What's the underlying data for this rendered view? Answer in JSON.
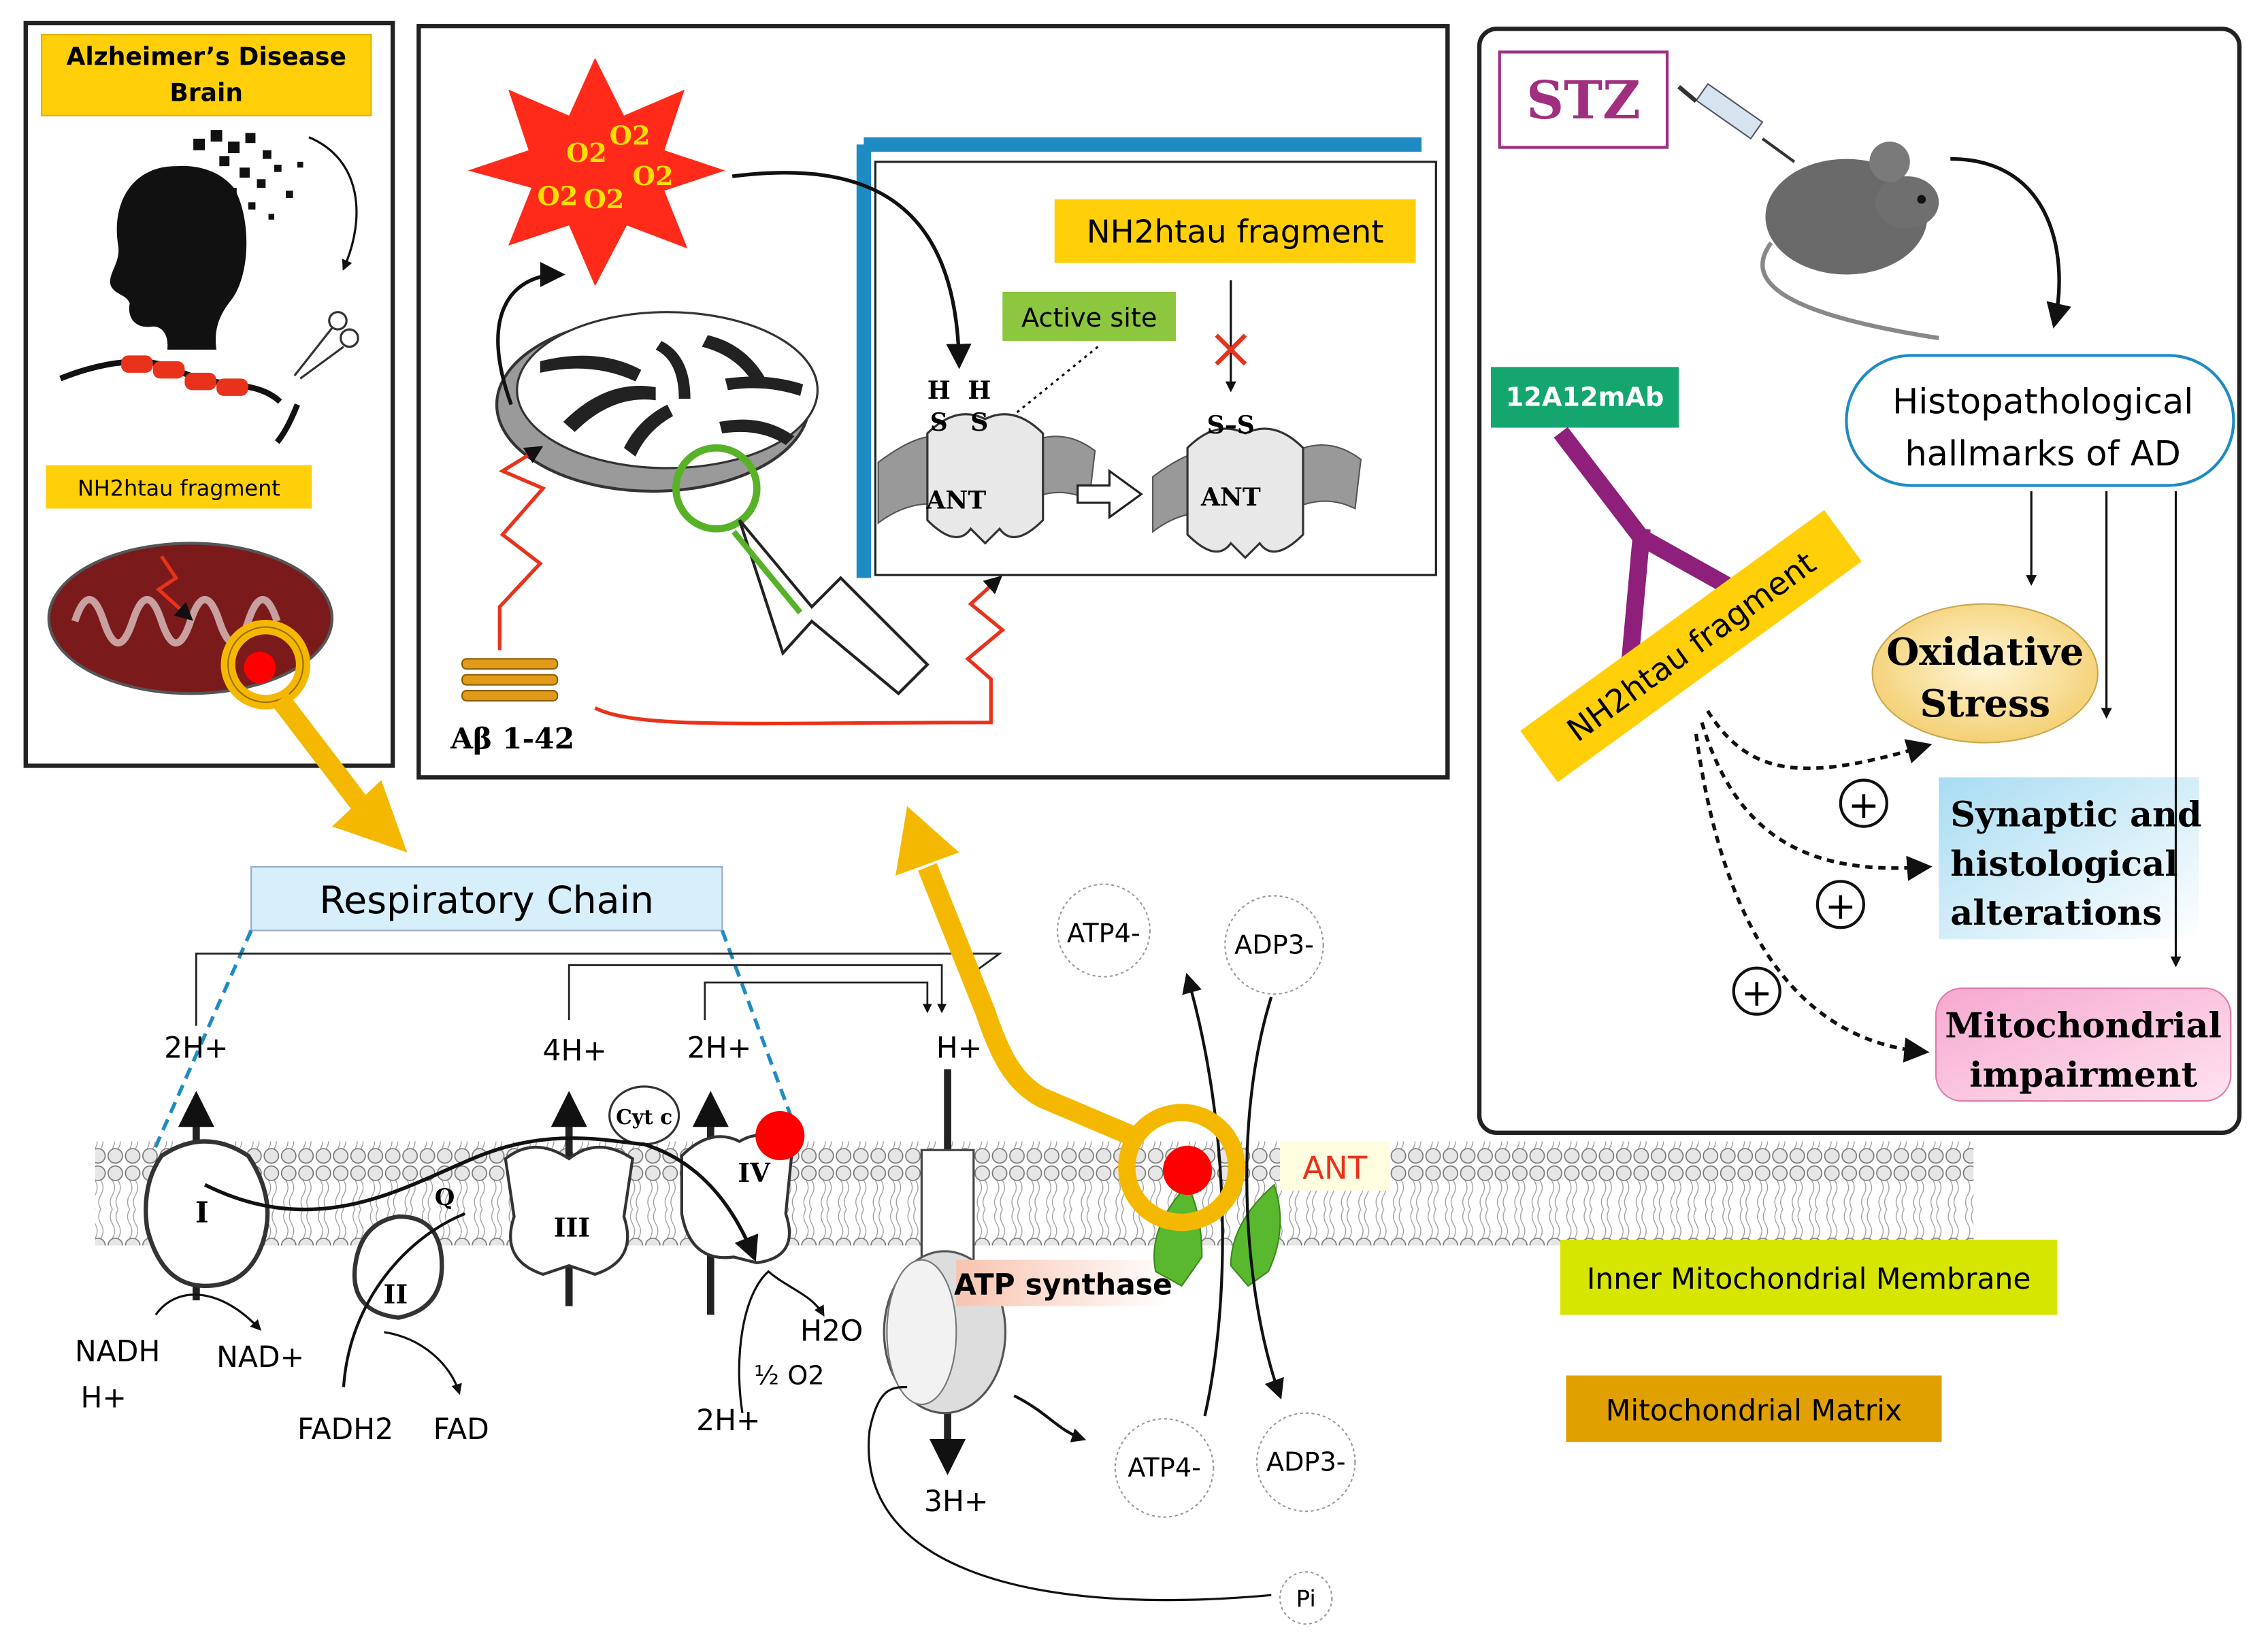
{
  "panel_ad": {
    "title_line1": "Alzheimer’s Disease",
    "title_line2": "Brain",
    "fragment_label": "NH2htau fragment"
  },
  "panel_mech": {
    "fragment_label": "NH2htau fragment",
    "active_site_label": "Active site",
    "ant_label": "ANT",
    "ant_label_2": "ANT",
    "h_left": "H",
    "h_right": "H",
    "s_left": "S",
    "s_right": "S",
    "ss_label": "S–S",
    "abeta_label": "Aβ 1-42",
    "superoxide_label": "O2"
  },
  "panel_stz": {
    "stz_label": "STZ",
    "antibody_label": "12A12mAb",
    "fragment_label": "NH2htau fragment",
    "hallmarks_line1": "Histopathological",
    "hallmarks_line2": "hallmarks of AD",
    "oxidative_line1": "Oxidative",
    "oxidative_line2": "Stress",
    "synaptic_line1": "Synaptic and",
    "synaptic_line2": "histological",
    "synaptic_line3": "alterations",
    "mito_line1": "Mitochondrial",
    "mito_line2": "impairment",
    "plus_symbol": "+"
  },
  "membrane": {
    "respiratory_chain_label": "Respiratory  Chain",
    "complex_I": "I",
    "complex_II": "II",
    "complex_III": "III",
    "complex_IV": "IV",
    "q_label": "Q",
    "cytc_label": "Cyt c",
    "h_2h_1": "2H+",
    "h_4h": "4H+",
    "h_2h_2": "2H+",
    "h_h": "H+",
    "nadh": "NADH",
    "h_plus": "H+",
    "nad": "NAD+",
    "fadh2": "FADH2",
    "fad": "FAD",
    "half_o2": "½ O2",
    "h2o": "H2O",
    "h_2h_bottom": "2H+",
    "h_3h": "3H+",
    "atp_synthase": "ATP synthase",
    "ant_label": "ANT",
    "atp_top": "ATP4-",
    "adp_top": "ADP3-",
    "atp_bottom": "ATP4-",
    "adp_bottom": "ADP3-",
    "pi": "Pi",
    "inner_membrane_label": "Inner Mitochondrial Membrane",
    "matrix_label": "Mitochondrial Matrix"
  },
  "colors": {
    "yellow_label": "#ffd700",
    "orange_arrow": "#f5b800",
    "blue_label_bg": "#d6effb",
    "green_label": "#8dc63f",
    "teal_label": "#14a66e",
    "antibody_purple": "#8e1f7a",
    "red_star": "#ff2a1a",
    "membrane_green_label": "#d7e600",
    "matrix_label": "#e0a000",
    "mito_pink": "#f08bc0",
    "cream": "#f5dc98",
    "stz_purple": "#a0307f",
    "blue_bar": "#1e8bc3"
  }
}
